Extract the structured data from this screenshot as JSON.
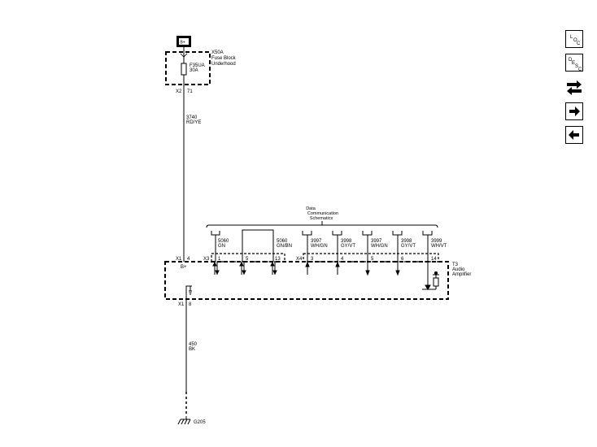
{
  "power": {
    "label": "B+"
  },
  "fuse_block": {
    "id": "X50A",
    "name_line1": "Fuse Block",
    "name_line2": "Underhood",
    "fuse_id": "F35UA",
    "fuse_rating": "30A",
    "connector": "X2",
    "pin": "71"
  },
  "wire_power": {
    "circuit": "3740",
    "color": "RD/YE"
  },
  "data_comm": {
    "line1": "Data",
    "line2": "Communication",
    "line3": "Schematics"
  },
  "bus_wires": [
    {
      "circuit": "5060",
      "color": "GN"
    },
    {
      "circuit": "5060",
      "color": "GN/BN"
    },
    {
      "circuit": "3997",
      "color": "WH/GN"
    },
    {
      "circuit": "3998",
      "color": "GY/VT"
    },
    {
      "circuit": "3997",
      "color": "WH/GN"
    },
    {
      "circuit": "3998",
      "color": "GY/VT"
    },
    {
      "circuit": "3999",
      "color": "WH/VT"
    }
  ],
  "amplifier": {
    "id": "T3",
    "name_line1": "Audio",
    "name_line2": "Amplifier",
    "conn_x1": "X1",
    "pin_bplus": "4",
    "label_bplus": "B+",
    "conn_x3": "X3",
    "x3_pins": [
      "1",
      "5",
      "13"
    ],
    "conn_x4": "X4",
    "x4_pins": [
      "3",
      "4",
      "5",
      "6",
      "14"
    ],
    "conn_x1_ground": "X1",
    "pin_ground": "8"
  },
  "wire_ground": {
    "circuit": "450",
    "color": "BK"
  },
  "ground": {
    "id": "G205"
  },
  "nav": {
    "loc": {
      "l1": "L",
      "l2": "O",
      "l3": "C"
    },
    "desc": {
      "l1": "D",
      "l2": "E",
      "l3": "S",
      "l4": "C"
    }
  }
}
